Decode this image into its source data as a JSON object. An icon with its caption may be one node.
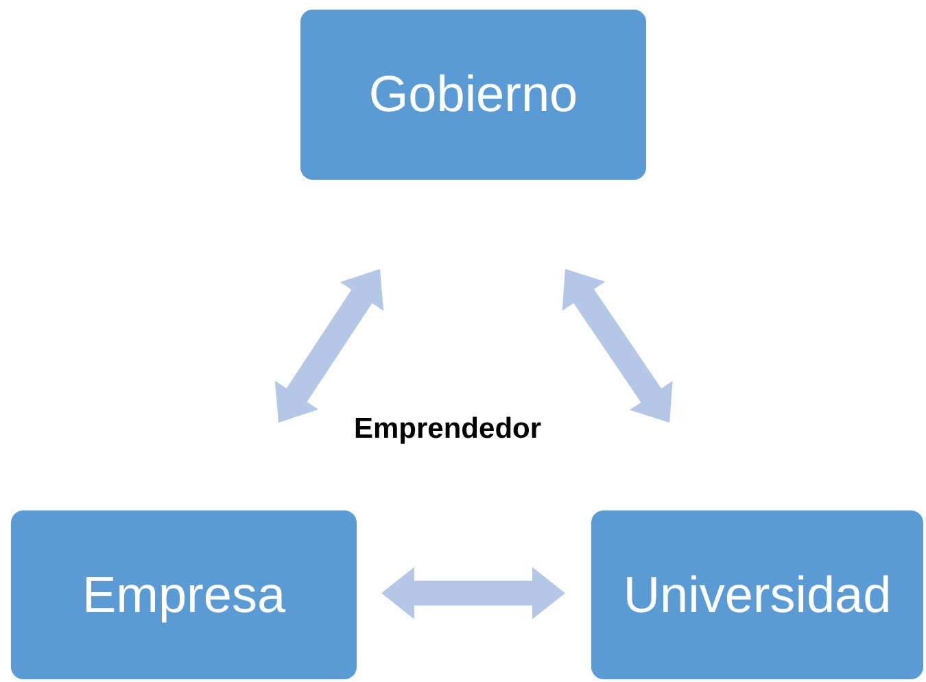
{
  "diagram": {
    "nodes": [
      {
        "text": [
          "Gobierno"
        ]
      },
      {
        "text": [
          "Empresa"
        ]
      },
      {
        "text": [
          "Universidad"
        ]
      }
    ],
    "edges": [
      {
        "from": 0,
        "to": 1,
        "arrow": "both"
      },
      {
        "from": 0,
        "to": 2,
        "arrow": "both"
      },
      {
        "from": 1,
        "to": 2,
        "arrow": "both"
      }
    ],
    "labels": [
      "Emprendedor"
    ]
  }
}
